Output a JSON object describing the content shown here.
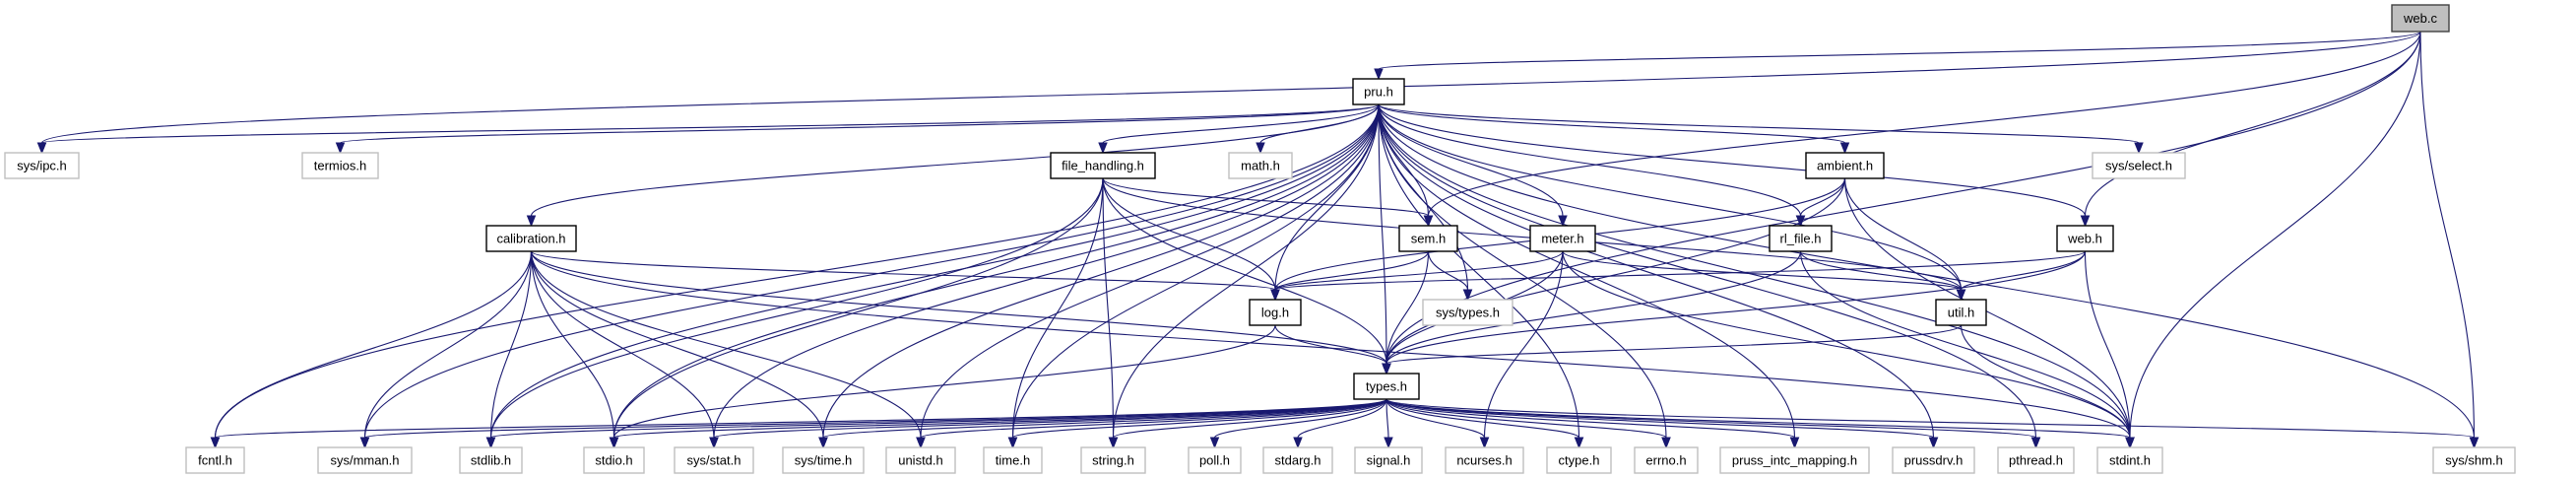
{
  "title": "web.c include dependency graph",
  "colors": {
    "edge": "#191970",
    "root_fill": "#bfbfbf",
    "doc_border": "#000000",
    "sys_border": "#bfbfbf"
  },
  "nodes": [
    {
      "id": "web_c",
      "label": "web.c",
      "kind": "root"
    },
    {
      "id": "pru_h",
      "label": "pru.h",
      "kind": "doc"
    },
    {
      "id": "sys_ipc_h",
      "label": "sys/ipc.h",
      "kind": "sys"
    },
    {
      "id": "termios_h",
      "label": "termios.h",
      "kind": "sys"
    },
    {
      "id": "file_handling_h",
      "label": "file_handling.h",
      "kind": "doc"
    },
    {
      "id": "math_h",
      "label": "math.h",
      "kind": "sys"
    },
    {
      "id": "ambient_h",
      "label": "ambient.h",
      "kind": "doc"
    },
    {
      "id": "sys_select_h",
      "label": "sys/select.h",
      "kind": "sys"
    },
    {
      "id": "calibration_h",
      "label": "calibration.h",
      "kind": "doc"
    },
    {
      "id": "sem_h",
      "label": "sem.h",
      "kind": "doc"
    },
    {
      "id": "meter_h",
      "label": "meter.h",
      "kind": "doc"
    },
    {
      "id": "rl_file_h",
      "label": "rl_file.h",
      "kind": "doc"
    },
    {
      "id": "web_h",
      "label": "web.h",
      "kind": "doc"
    },
    {
      "id": "log_h",
      "label": "log.h",
      "kind": "doc"
    },
    {
      "id": "sys_types_h",
      "label": "sys/types.h",
      "kind": "sys"
    },
    {
      "id": "util_h",
      "label": "util.h",
      "kind": "doc"
    },
    {
      "id": "types_h",
      "label": "types.h",
      "kind": "doc"
    },
    {
      "id": "fcntl_h",
      "label": "fcntl.h",
      "kind": "sys"
    },
    {
      "id": "sys_mman_h",
      "label": "sys/mman.h",
      "kind": "sys"
    },
    {
      "id": "stdlib_h",
      "label": "stdlib.h",
      "kind": "sys"
    },
    {
      "id": "stdio_h",
      "label": "stdio.h",
      "kind": "sys"
    },
    {
      "id": "sys_stat_h",
      "label": "sys/stat.h",
      "kind": "sys"
    },
    {
      "id": "sys_time_h",
      "label": "sys/time.h",
      "kind": "sys"
    },
    {
      "id": "unistd_h",
      "label": "unistd.h",
      "kind": "sys"
    },
    {
      "id": "time_h",
      "label": "time.h",
      "kind": "sys"
    },
    {
      "id": "string_h",
      "label": "string.h",
      "kind": "sys"
    },
    {
      "id": "poll_h",
      "label": "poll.h",
      "kind": "sys"
    },
    {
      "id": "stdarg_h",
      "label": "stdarg.h",
      "kind": "sys"
    },
    {
      "id": "signal_h",
      "label": "signal.h",
      "kind": "sys"
    },
    {
      "id": "ncurses_h",
      "label": "ncurses.h",
      "kind": "sys"
    },
    {
      "id": "ctype_h",
      "label": "ctype.h",
      "kind": "sys"
    },
    {
      "id": "errno_h",
      "label": "errno.h",
      "kind": "sys"
    },
    {
      "id": "pruss_intc_mapping_h",
      "label": "pruss_intc_mapping.h",
      "kind": "sys"
    },
    {
      "id": "prussdrv_h",
      "label": "prussdrv.h",
      "kind": "sys"
    },
    {
      "id": "pthread_h",
      "label": "pthread.h",
      "kind": "sys"
    },
    {
      "id": "stdint_h",
      "label": "stdint.h",
      "kind": "sys"
    },
    {
      "id": "sys_shm_h",
      "label": "sys/shm.h",
      "kind": "sys"
    }
  ],
  "edges": [
    [
      "web_c",
      "pru_h"
    ],
    [
      "web_c",
      "sys_ipc_h"
    ],
    [
      "web_c",
      "sem_h"
    ],
    [
      "web_c",
      "web_h"
    ],
    [
      "web_c",
      "types_h"
    ],
    [
      "web_c",
      "stdint_h"
    ],
    [
      "web_c",
      "sys_shm_h"
    ],
    [
      "pru_h",
      "sys_ipc_h"
    ],
    [
      "pru_h",
      "termios_h"
    ],
    [
      "pru_h",
      "file_handling_h"
    ],
    [
      "pru_h",
      "math_h"
    ],
    [
      "pru_h",
      "ambient_h"
    ],
    [
      "pru_h",
      "sys_select_h"
    ],
    [
      "pru_h",
      "calibration_h"
    ],
    [
      "pru_h",
      "sem_h"
    ],
    [
      "pru_h",
      "meter_h"
    ],
    [
      "pru_h",
      "rl_file_h"
    ],
    [
      "pru_h",
      "web_h"
    ],
    [
      "pru_h",
      "log_h"
    ],
    [
      "pru_h",
      "sys_types_h"
    ],
    [
      "pru_h",
      "util_h"
    ],
    [
      "pru_h",
      "types_h"
    ],
    [
      "pru_h",
      "fcntl_h"
    ],
    [
      "pru_h",
      "sys_mman_h"
    ],
    [
      "pru_h",
      "stdlib_h"
    ],
    [
      "pru_h",
      "stdio_h"
    ],
    [
      "pru_h",
      "sys_stat_h"
    ],
    [
      "pru_h",
      "sys_time_h"
    ],
    [
      "pru_h",
      "unistd_h"
    ],
    [
      "pru_h",
      "time_h"
    ],
    [
      "pru_h",
      "string_h"
    ],
    [
      "pru_h",
      "ctype_h"
    ],
    [
      "pru_h",
      "errno_h"
    ],
    [
      "pru_h",
      "pruss_intc_mapping_h"
    ],
    [
      "pru_h",
      "prussdrv_h"
    ],
    [
      "pru_h",
      "pthread_h"
    ],
    [
      "pru_h",
      "stdint_h"
    ],
    [
      "pru_h",
      "sys_shm_h"
    ],
    [
      "file_handling_h",
      "sem_h"
    ],
    [
      "file_handling_h",
      "log_h"
    ],
    [
      "file_handling_h",
      "types_h"
    ],
    [
      "file_handling_h",
      "util_h"
    ],
    [
      "file_handling_h",
      "stdlib_h"
    ],
    [
      "file_handling_h",
      "stdio_h"
    ],
    [
      "file_handling_h",
      "time_h"
    ],
    [
      "file_handling_h",
      "string_h"
    ],
    [
      "ambient_h",
      "log_h"
    ],
    [
      "ambient_h",
      "rl_file_h"
    ],
    [
      "ambient_h",
      "util_h"
    ],
    [
      "ambient_h",
      "types_h"
    ],
    [
      "ambient_h",
      "stdint_h"
    ],
    [
      "calibration_h",
      "log_h"
    ],
    [
      "calibration_h",
      "types_h"
    ],
    [
      "calibration_h",
      "fcntl_h"
    ],
    [
      "calibration_h",
      "sys_mman_h"
    ],
    [
      "calibration_h",
      "stdlib_h"
    ],
    [
      "calibration_h",
      "stdio_h"
    ],
    [
      "calibration_h",
      "sys_stat_h"
    ],
    [
      "calibration_h",
      "sys_time_h"
    ],
    [
      "calibration_h",
      "unistd_h"
    ],
    [
      "calibration_h",
      "stdint_h"
    ],
    [
      "sem_h",
      "log_h"
    ],
    [
      "sem_h",
      "sys_types_h"
    ],
    [
      "sem_h",
      "types_h"
    ],
    [
      "meter_h",
      "log_h"
    ],
    [
      "meter_h",
      "types_h"
    ],
    [
      "meter_h",
      "util_h"
    ],
    [
      "meter_h",
      "ncurses_h"
    ],
    [
      "meter_h",
      "stdint_h"
    ],
    [
      "rl_file_h",
      "util_h"
    ],
    [
      "rl_file_h",
      "types_h"
    ],
    [
      "rl_file_h",
      "stdint_h"
    ],
    [
      "web_h",
      "log_h"
    ],
    [
      "web_h",
      "util_h"
    ],
    [
      "web_h",
      "types_h"
    ],
    [
      "web_h",
      "stdint_h"
    ],
    [
      "log_h",
      "types_h"
    ],
    [
      "log_h",
      "stdio_h"
    ],
    [
      "util_h",
      "types_h"
    ],
    [
      "util_h",
      "stdint_h"
    ],
    [
      "types_h",
      "fcntl_h"
    ],
    [
      "types_h",
      "sys_mman_h"
    ],
    [
      "types_h",
      "stdlib_h"
    ],
    [
      "types_h",
      "stdio_h"
    ],
    [
      "types_h",
      "sys_stat_h"
    ],
    [
      "types_h",
      "sys_time_h"
    ],
    [
      "types_h",
      "unistd_h"
    ],
    [
      "types_h",
      "time_h"
    ],
    [
      "types_h",
      "string_h"
    ],
    [
      "types_h",
      "poll_h"
    ],
    [
      "types_h",
      "stdarg_h"
    ],
    [
      "types_h",
      "signal_h"
    ],
    [
      "types_h",
      "ncurses_h"
    ],
    [
      "types_h",
      "ctype_h"
    ],
    [
      "types_h",
      "errno_h"
    ],
    [
      "types_h",
      "pruss_intc_mapping_h"
    ],
    [
      "types_h",
      "prussdrv_h"
    ],
    [
      "types_h",
      "pthread_h"
    ],
    [
      "types_h",
      "stdint_h"
    ],
    [
      "types_h",
      "sys_shm_h"
    ]
  ]
}
